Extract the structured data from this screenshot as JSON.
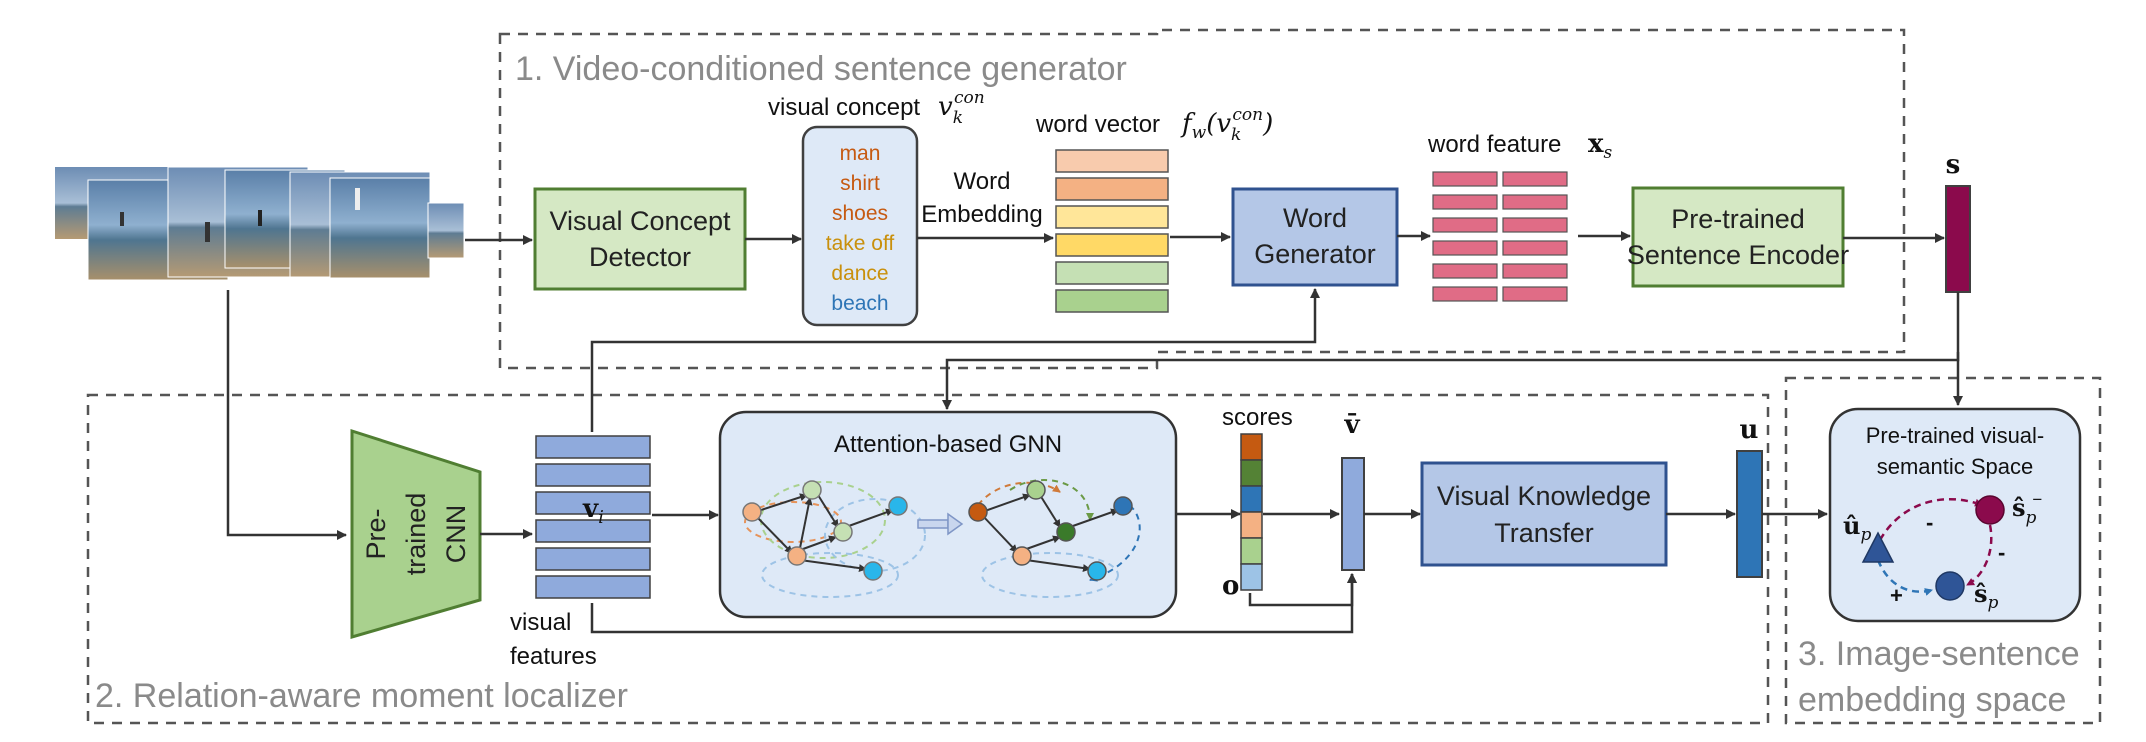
{
  "sections": {
    "s1": "1. Video-conditioned sentence generator",
    "s2": "2. Relation-aware moment localizer",
    "s3_line1": "3. Image-sentence",
    "s3_line2": "embedding space"
  },
  "boxes": {
    "visual_concept_detector_l1": "Visual Concept",
    "visual_concept_detector_l2": "Detector",
    "word_generator_l1": "Word",
    "word_generator_l2": "Generator",
    "sentence_encoder_l1": "Pre-trained",
    "sentence_encoder_l2": "Sentence Encoder",
    "cnn_l1": "Pre-",
    "cnn_l2": "trained",
    "cnn_l3": "CNN",
    "gnn_title": "Attention-based GNN",
    "vkt_l1": "Visual Knowledge",
    "vkt_l2": "Transfer",
    "space_l1": "Pre-trained visual-",
    "space_l2": "semantic Space"
  },
  "labels": {
    "visual_concept": "visual concept",
    "word_vector": "word vector",
    "word_embedding_l1": "Word",
    "word_embedding_l2": "Embedding",
    "word_feature": "word feature",
    "visual_features_l1": "visual",
    "visual_features_l2": "features",
    "scores": "scores"
  },
  "math": {
    "v_con": "v",
    "sub_k": "k",
    "sup_con": "con",
    "f_w": "f",
    "sub_w": "w",
    "x_s": "x",
    "sub_s": "s",
    "s_bold": "s",
    "v_i": "v",
    "sub_i": "i",
    "v_bar": "v̄",
    "o_bold": "o",
    "u_bold": "u",
    "u_hat": "û",
    "sub_p": "p",
    "s_hat_neg": "ŝ",
    "sup_minus": "−",
    "s_hat": "ŝ",
    "minus": "-",
    "plus": "+"
  },
  "concepts": [
    {
      "word": "man",
      "color": "#c65a12"
    },
    {
      "word": "shirt",
      "color": "#c65a12"
    },
    {
      "word": "shoes",
      "color": "#c65a12"
    },
    {
      "word": "take off",
      "color": "#c9900c"
    },
    {
      "word": "dance",
      "color": "#c9900c"
    },
    {
      "word": "beach",
      "color": "#2e75b6"
    }
  ],
  "colors": {
    "green_box": "#d5e8c4",
    "green_border": "#507e32",
    "blue_box": "#b4c7e7",
    "blue_border": "#2f528f",
    "feature_blue": "#8faadc",
    "word_feature_red": "#e06c86",
    "sentence_purple": "#8b0a4c",
    "u_blue": "#2e75b6",
    "score_colors": [
      "#c55a11",
      "#548235",
      "#2e75b6",
      "#f4b183",
      "#a9d18e",
      "#9dc3e6"
    ],
    "word_vector_colors": [
      "#f8cbad",
      "#f4b183",
      "#ffe699",
      "#ffd966",
      "#c5e0b4",
      "#a9d18e"
    ]
  }
}
